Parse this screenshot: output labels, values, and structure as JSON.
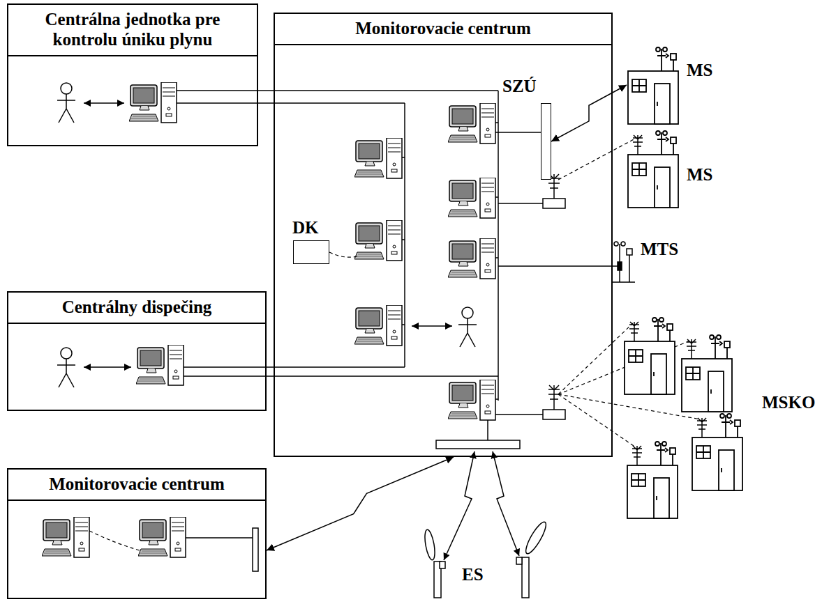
{
  "diagram": {
    "nodes": [
      {
        "text": [
          "Centrálna jednotka pre kontrolu úniku plynu"
        ]
      },
      {
        "text": [
          "Monitorovacie centrum"
        ]
      },
      {
        "text": [
          "SZÚ"
        ],
        "in": 1
      },
      {
        "text": [
          "DK"
        ],
        "in": 1
      },
      {
        "text": [
          "Centrálny dispečing"
        ]
      },
      {
        "text": [
          "Monitorovacie centrum"
        ]
      },
      {
        "text": [
          "MS"
        ]
      },
      {
        "text": [
          "MS"
        ]
      }
    ],
    "edges": [
      {
        "from": 0,
        "to": 1,
        "arrow": "none"
      },
      {
        "from": 0,
        "to": 1,
        "arrow": "none"
      },
      {
        "from": 4,
        "to": 1,
        "arrow": "none"
      },
      {
        "from": 4,
        "to": 1,
        "arrow": "none"
      },
      {
        "from": 2,
        "to": 6,
        "arrow": "both"
      },
      {
        "from": 5,
        "to": 1,
        "arrow": "both"
      }
    ],
    "labels": [
      "MTS",
      "MSKO",
      "ES"
    ]
  }
}
